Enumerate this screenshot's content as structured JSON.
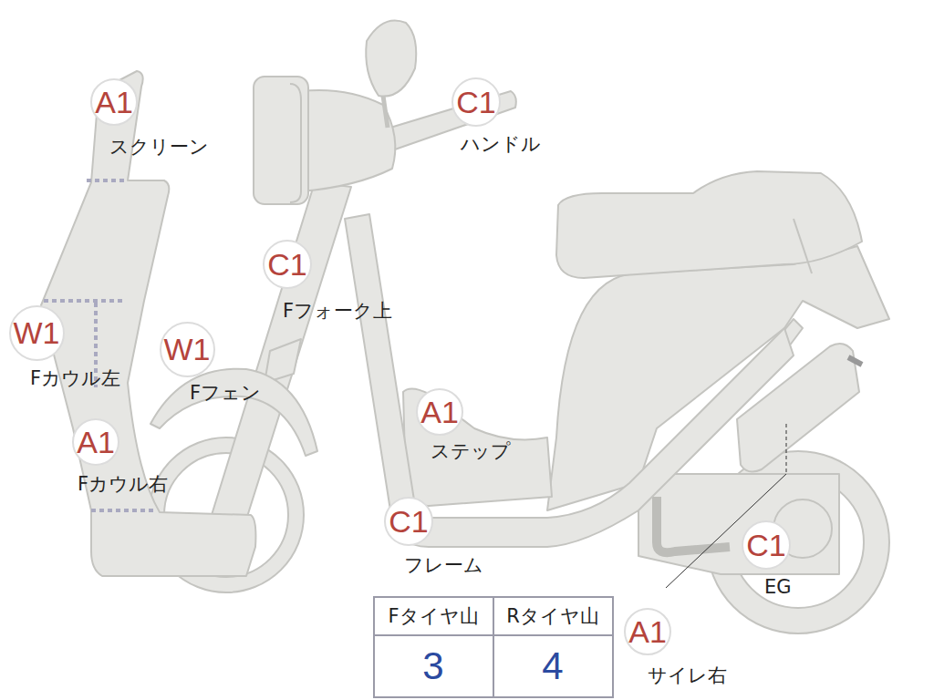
{
  "diagram": {
    "nodes": [
      {
        "text": [
          "A1",
          "スクリーン"
        ]
      },
      {
        "text": [
          "C1",
          "ハンドル"
        ]
      },
      {
        "text": [
          "C1",
          "Fフォーク上"
        ]
      },
      {
        "text": [
          "W1",
          "Fカウル左"
        ]
      },
      {
        "text": [
          "W1",
          "Fフェン"
        ]
      },
      {
        "text": [
          "A1",
          "ステップ"
        ]
      },
      {
        "text": [
          "A1",
          "Fカウル右"
        ]
      },
      {
        "text": [
          "C1",
          "フレーム"
        ]
      },
      {
        "text": [
          "C1",
          "EG"
        ]
      },
      {
        "text": [
          "A1",
          "サイレ右"
        ]
      }
    ],
    "labels": [
      "Fタイヤ山",
      "Rタイヤ山",
      "3",
      "4"
    ]
  }
}
